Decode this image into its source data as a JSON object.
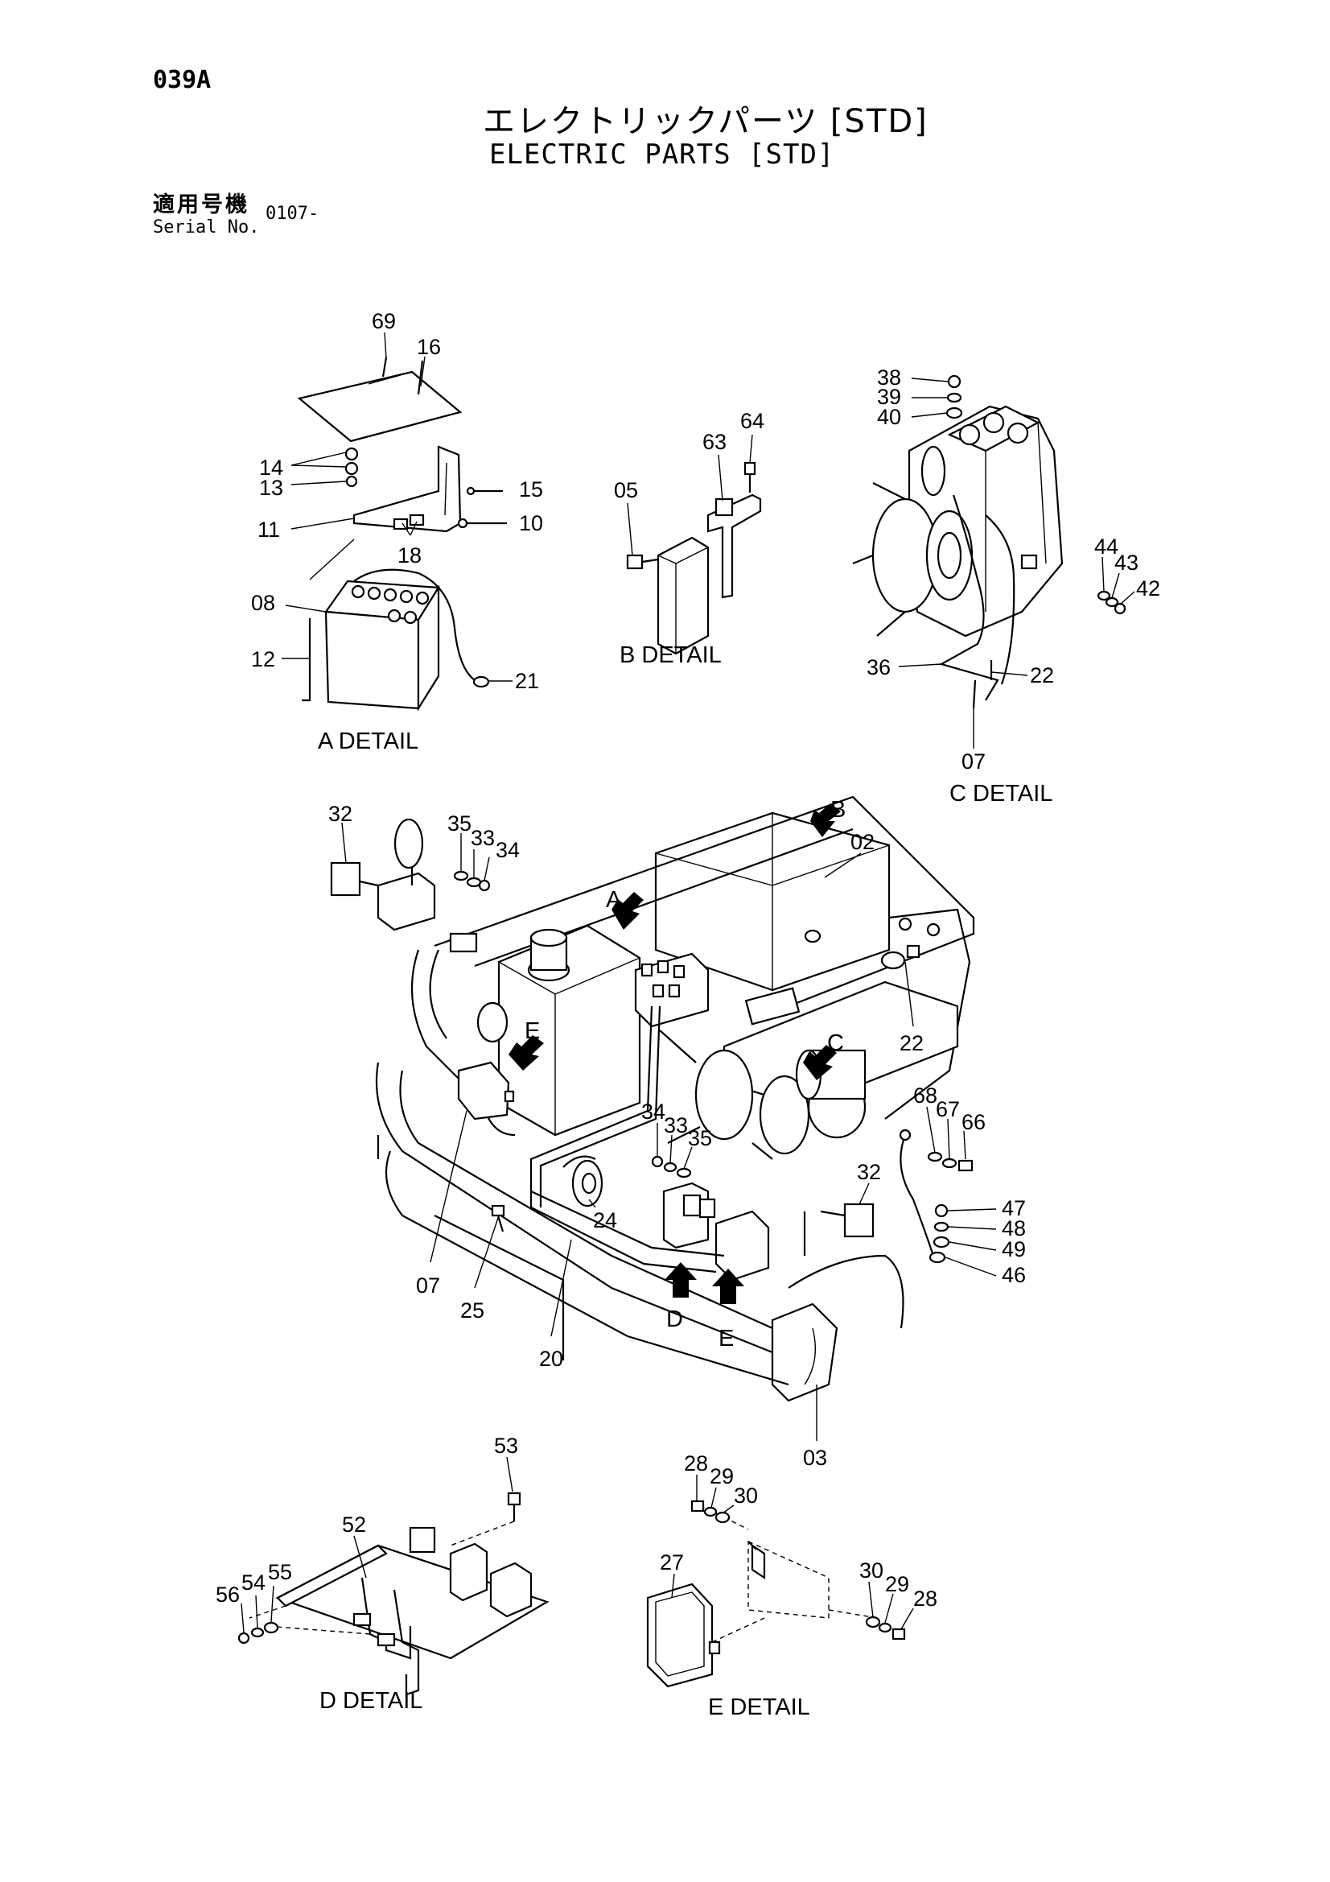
{
  "header": {
    "page_code": "039A",
    "title_jp": "エレクトリックパーツ [STD]",
    "title_en": "ELECTRIC PARTS [STD]",
    "serial_label_jp": "適用号機",
    "serial_label_en": "Serial No.",
    "serial_value": "0107-"
  },
  "details": {
    "a": "A DETAIL",
    "b": "B DETAIL",
    "c": "C DETAIL",
    "d": "D DETAIL",
    "e": "E DETAIL"
  },
  "arrows": {
    "a": "A",
    "b": "B",
    "c": "C",
    "d": "D",
    "e1": "E",
    "e2": "E"
  },
  "part_numbers": {
    "a": [
      "69",
      "16",
      "14",
      "13",
      "11",
      "15",
      "10",
      "18",
      "08",
      "12",
      "21"
    ],
    "b": [
      "64",
      "63",
      "05"
    ],
    "c": [
      "38",
      "39",
      "40",
      "44",
      "43",
      "42",
      "36",
      "22",
      "07"
    ],
    "main": [
      "32",
      "35",
      "33",
      "34",
      "02",
      "22",
      "68",
      "67",
      "66",
      "34",
      "33",
      "35",
      "32",
      "47",
      "48",
      "49",
      "46",
      "24",
      "07",
      "25",
      "20",
      "03"
    ],
    "d": [
      "53",
      "52",
      "56",
      "54",
      "55"
    ],
    "e": [
      "28",
      "29",
      "30",
      "27",
      "30",
      "29",
      "28"
    ]
  }
}
